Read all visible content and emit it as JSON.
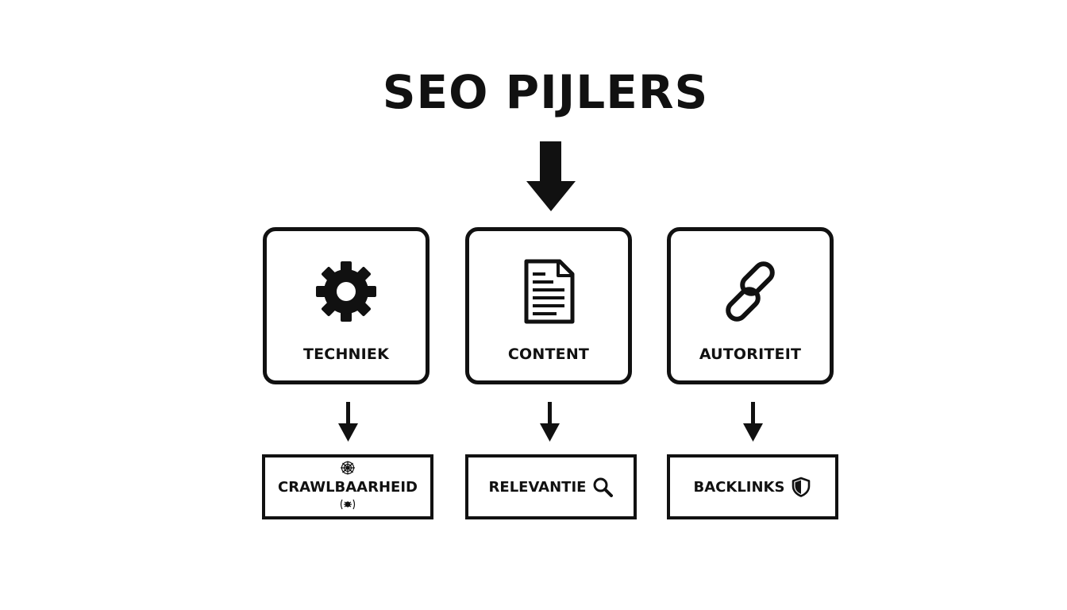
{
  "title": "SEO PIJLERS",
  "pillars": [
    {
      "label": "TECHNIEK",
      "icon": "gear-icon"
    },
    {
      "label": "CONTENT",
      "icon": "document-icon"
    },
    {
      "label": "AUTORITEIT",
      "icon": "chain-link-icon"
    }
  ],
  "outcomes": [
    {
      "label": "CRAWLBAARHEID",
      "icon": "spider-web-icon"
    },
    {
      "label": "RELEVANTIE",
      "icon": "magnifier-icon"
    },
    {
      "label": "BACKLINKS",
      "icon": "shield-icon"
    }
  ],
  "colors": {
    "ink": "#111111",
    "background": "#ffffff"
  }
}
